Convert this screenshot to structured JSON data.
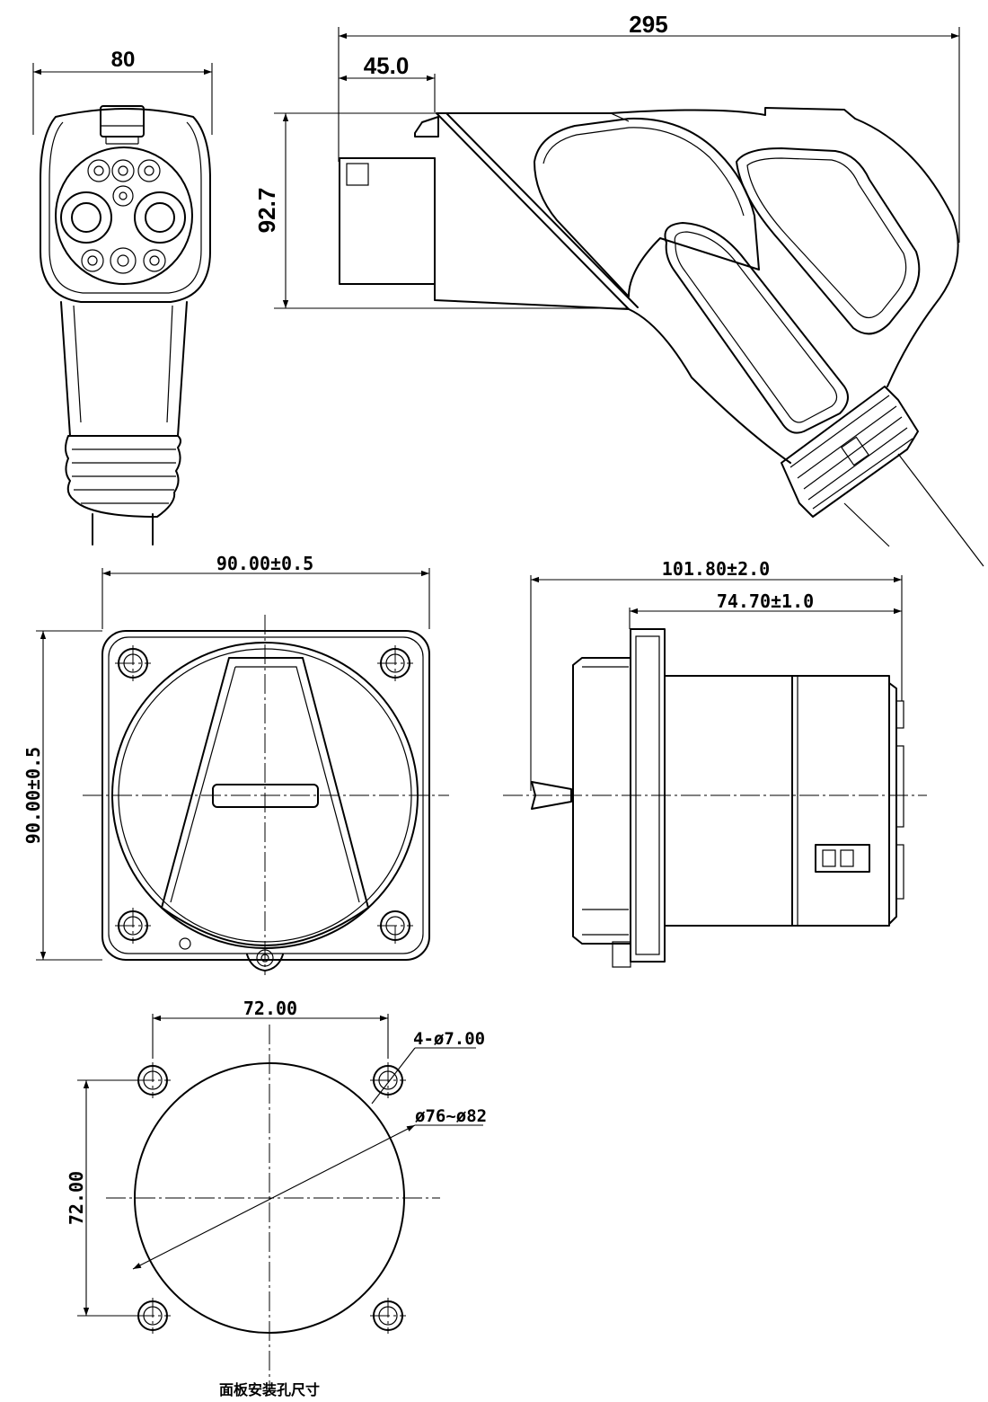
{
  "views": {
    "plug_front": {
      "width_dim": "80"
    },
    "plug_side": {
      "length_dim": "295",
      "nose_dim": "45.0",
      "height_dim": "92.7"
    },
    "socket_front": {
      "width_dim": "90.00±0.5",
      "height_dim": "90.00±0.5"
    },
    "socket_side": {
      "overall_depth_dim": "101.80±2.0",
      "body_depth_dim": "74.70±1.0"
    },
    "panel_cutout": {
      "hole_spacing_h": "72.00",
      "hole_spacing_v": "72.00",
      "hole_callout": "4-ø7.00",
      "cutout_callout": "ø76~ø82",
      "caption": "面板安装孔尺寸"
    }
  },
  "colors": {
    "line": "#000000",
    "background": "#ffffff"
  }
}
